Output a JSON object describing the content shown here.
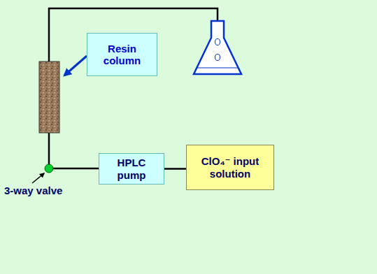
{
  "diagram": {
    "nodes": [
      {
        "text": [
          "Resin column"
        ]
      },
      {
        "text": [
          "HPLC pump"
        ]
      },
      {
        "text": [
          "ClO₄⁻ input solution"
        ]
      }
    ],
    "edges": [
      {
        "from": 1,
        "to": 2,
        "arrow": "none"
      }
    ],
    "labels": [
      "3-way valve"
    ]
  }
}
